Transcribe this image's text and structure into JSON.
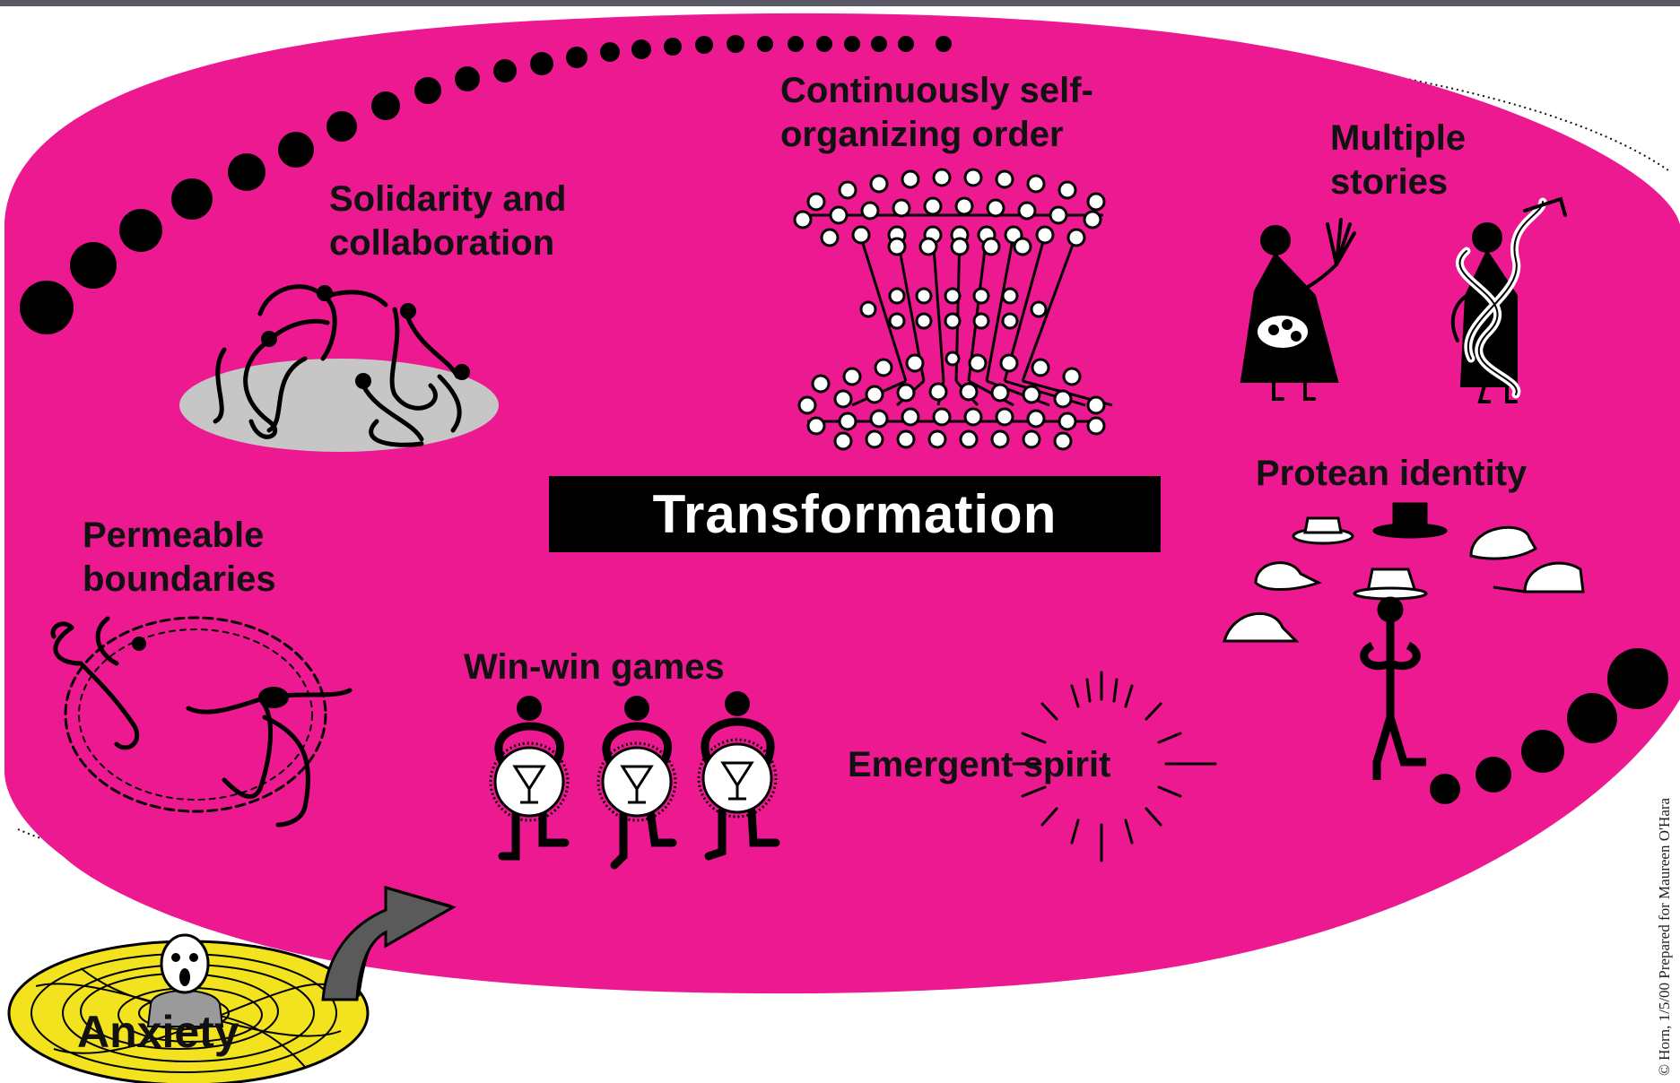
{
  "colors": {
    "background": "#ffffff",
    "bubble": "#ec1990",
    "ink": "#111111",
    "title_box": "#000000",
    "title_text": "#ffffff",
    "anxiety_disc": "#f2e31e",
    "shadow_gray": "#c6c6c6"
  },
  "diagram": {
    "title": "Transformation",
    "labels": {
      "continuously": "Continuously self-\norganizing order",
      "solidarity": "Solidarity and\ncollaboration",
      "multiple_stories": "Multiple\nstories",
      "permeable": "Permeable\nboundaries",
      "protean": "Protean identity",
      "win_win": "Win-win games",
      "emergent": "Emergent spirit",
      "anxiety": "Anxiety"
    },
    "credit": "© Horn, 1/5/00    Prepared for Maureen O'Hara"
  },
  "icons": {
    "network": "network-hourglass-icon",
    "dancers": "dancing-figures-icon",
    "storytellers": "storyteller-figures-icon",
    "hats": "hats-icon",
    "boundary": "dancers-in-dashed-circle-icon",
    "players": "figures-with-trophies-icon",
    "spirit": "radiating-burst-icon",
    "anxiety": "spiral-with-scream-face-icon",
    "arrow": "curved-up-arrow-icon"
  }
}
